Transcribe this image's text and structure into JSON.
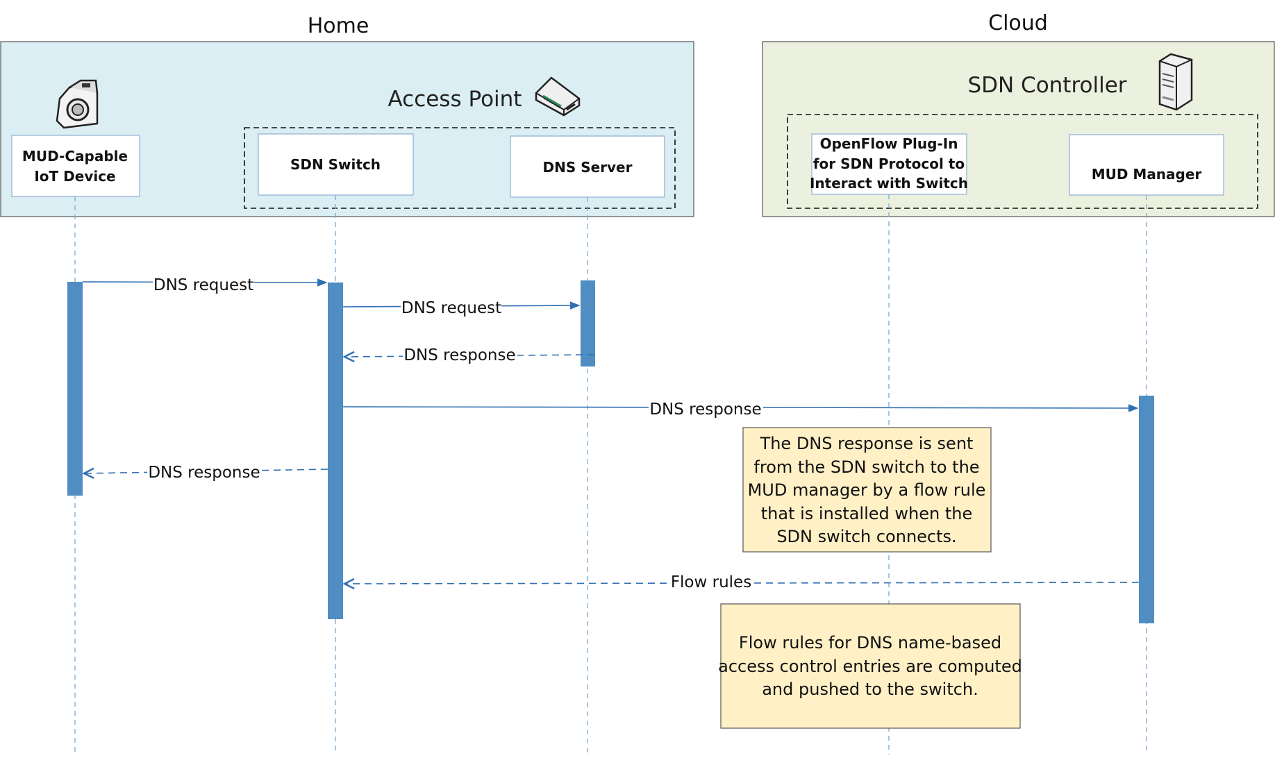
{
  "regions": {
    "home": {
      "label": "Home"
    },
    "cloud": {
      "label": "Cloud"
    }
  },
  "access_point": {
    "label": "Access Point",
    "icon": "router-icon"
  },
  "sdn_controller": {
    "label": "SDN Controller",
    "icon": "server-icon"
  },
  "participants": {
    "iot_device": {
      "lines": [
        "MUD-Capable",
        "IoT Device"
      ],
      "icon": "camera-icon"
    },
    "sdn_switch": {
      "lines": [
        "SDN Switch"
      ]
    },
    "dns_server": {
      "lines": [
        "DNS Server"
      ]
    },
    "openflow_plugin": {
      "lines": [
        "OpenFlow Plug-In",
        "for SDN Protocol to",
        "Interact with Switch"
      ]
    },
    "mud_manager": {
      "lines": [
        "MUD Manager"
      ]
    }
  },
  "messages": [
    {
      "label": "DNS request",
      "from": "iot_device",
      "to": "sdn_switch",
      "style": "solid"
    },
    {
      "label": "DNS request",
      "from": "sdn_switch",
      "to": "dns_server",
      "style": "solid"
    },
    {
      "label": "DNS response",
      "from": "dns_server",
      "to": "sdn_switch",
      "style": "dashed"
    },
    {
      "label": "DNS response",
      "from": "sdn_switch",
      "to": "mud_manager",
      "style": "solid"
    },
    {
      "label": "DNS response",
      "from": "sdn_switch",
      "to": "iot_device",
      "style": "dashed"
    },
    {
      "label": "Flow rules",
      "from": "mud_manager",
      "to": "sdn_switch",
      "style": "dashed"
    }
  ],
  "notes": {
    "note1": {
      "lines": [
        "The DNS response is sent",
        "from the SDN switch to the",
        "MUD manager by a flow rule",
        "that is installed when the",
        "SDN switch connects."
      ]
    },
    "note2": {
      "lines": [
        "Flow rules for DNS name-based",
        "access control entries are computed",
        "and pushed to the switch."
      ]
    }
  },
  "colors": {
    "home_fill": "#DAEEF3",
    "cloud_fill": "#EBF1DE",
    "note_fill": "#FFF0C6",
    "activation": "#4F8DC2",
    "arrow": "#2F6FB3",
    "lifeline": "#7FB0D8",
    "box_border": "#95B3D7"
  }
}
